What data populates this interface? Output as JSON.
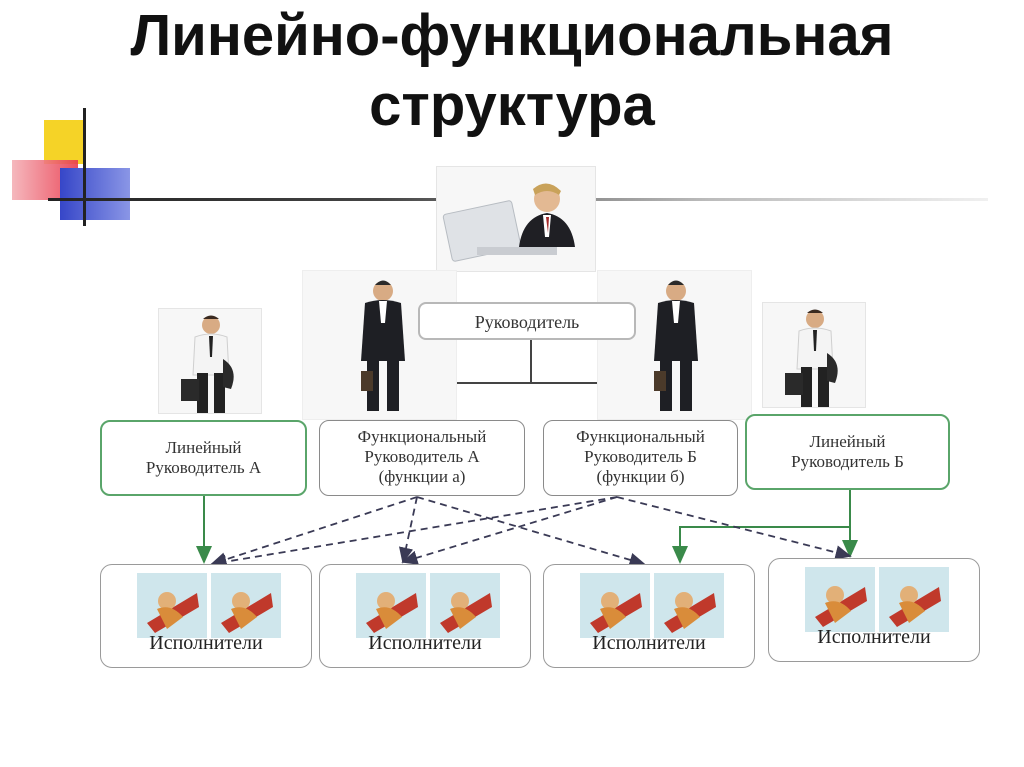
{
  "title": {
    "line1": "Линейно-функциональная",
    "line2": "структура"
  },
  "diagram": {
    "head": "Руководитель",
    "line_a": [
      "Линейный",
      "Руководитель А"
    ],
    "func_a": [
      "Функциональный",
      "Руководитель А",
      "(функции а)"
    ],
    "func_b": [
      "Функциональный",
      "Руководитель Б",
      "(функции  б)"
    ],
    "line_b": [
      "Линейный",
      "Руководитель Б"
    ],
    "executors": [
      "Исполнители",
      "Исполнители",
      "Исполнители",
      "Исполнители"
    ]
  },
  "colors": {
    "green": "#5aa56a",
    "arrow": "#444444",
    "dashed": "#3a3a55"
  }
}
